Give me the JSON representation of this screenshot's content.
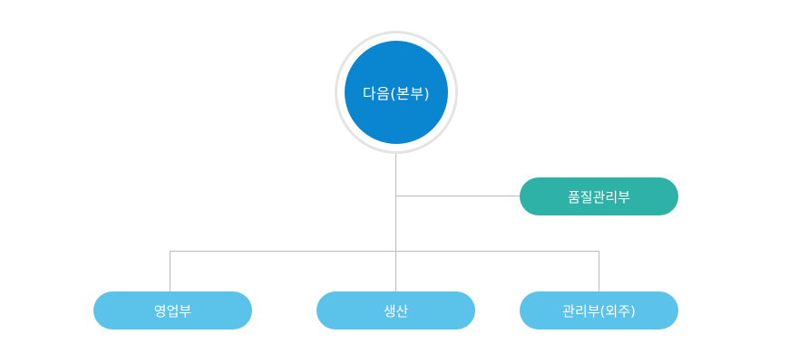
{
  "root": {
    "label": "다음(본부)",
    "color": "#0a86d0"
  },
  "staff": {
    "label": "품질관리부",
    "color": "#2eb1a7"
  },
  "departments": [
    {
      "label": "영업부"
    },
    {
      "label": "생산"
    },
    {
      "label": "관리부(외주)"
    }
  ],
  "department_color": "#5bc2e9",
  "line_color": "#bcbcbc"
}
